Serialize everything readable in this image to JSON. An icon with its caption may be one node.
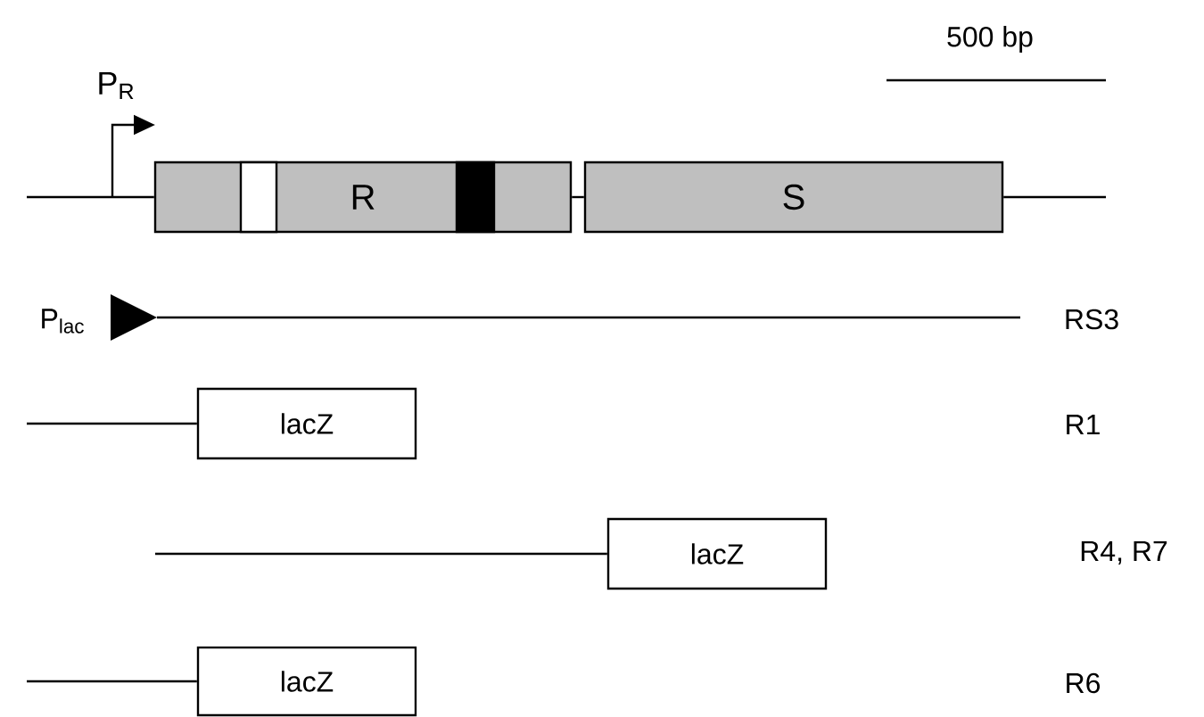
{
  "diagram": {
    "nodes": [
      {
        "text": [
          "R"
        ]
      },
      {
        "text": [
          "S"
        ]
      },
      {
        "text": [
          "lacZ"
        ]
      },
      {
        "text": [
          "lacZ"
        ]
      },
      {
        "text": [
          "lacZ"
        ]
      }
    ],
    "edges": [
      {
        "from": null,
        "to": 0,
        "arrow": "none"
      },
      {
        "from": 0,
        "to": 1,
        "arrow": "none"
      },
      {
        "from": 1,
        "to": null,
        "arrow": "none"
      },
      {
        "from": null,
        "to": 2,
        "arrow": "none"
      },
      {
        "from": null,
        "to": 3,
        "arrow": "none"
      },
      {
        "from": null,
        "to": 4,
        "arrow": "none"
      }
    ],
    "labels": [
      "500 bp",
      "P$_{R}$",
      "P$_{lac}$",
      "RS3",
      "R1",
      "R4, R7",
      "R6"
    ]
  }
}
